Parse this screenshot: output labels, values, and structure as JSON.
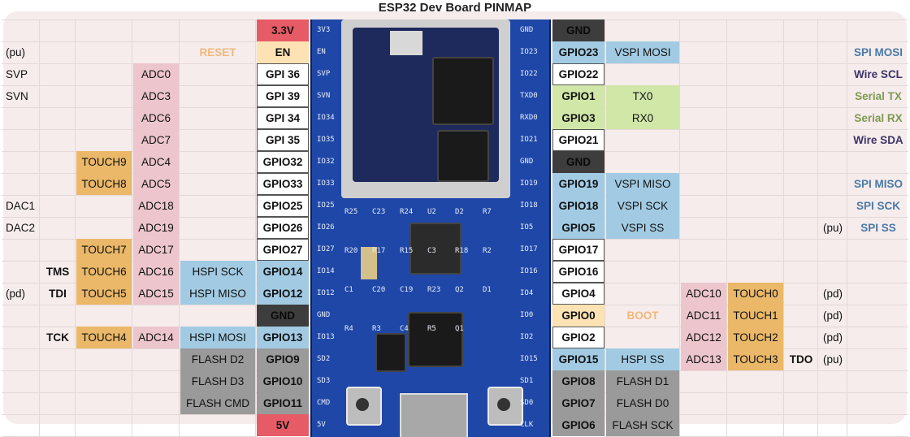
{
  "title": "ESP32 Dev Board PINMAP",
  "colors": {
    "power": "#e65b66",
    "en": "#fde2b4",
    "gnd": "#3d3d3d",
    "spi": "#a2cbe3",
    "adc": "#ecc6cc",
    "touch": "#eab868",
    "serial": "#d1e7a8",
    "flash": "#9a9a9a",
    "plain": "#ffffff"
  },
  "left_rows": [
    {
      "pin": "3.3V",
      "pin_style": "power"
    },
    {
      "pin": "EN",
      "pin_style": "en",
      "note": "(pu)",
      "func": "RESET"
    },
    {
      "pin": "GPI   36",
      "label": "SVP",
      "adc": "ADC0"
    },
    {
      "pin": "GPI   39",
      "label": "SVN",
      "adc": "ADC3"
    },
    {
      "pin": "GPI   34",
      "adc": "ADC6"
    },
    {
      "pin": "GPI   35",
      "adc": "ADC7"
    },
    {
      "pin": "GPIO32",
      "touch": "TOUCH9",
      "adc": "ADC4"
    },
    {
      "pin": "GPIO33",
      "touch": "TOUCH8",
      "adc": "ADC5"
    },
    {
      "pin": "GPIO25",
      "label": "DAC1",
      "adc": "ADC18"
    },
    {
      "pin": "GPIO26",
      "label": "DAC2",
      "adc": "ADC19"
    },
    {
      "pin": "GPIO27",
      "touch": "TOUCH7",
      "adc": "ADC17"
    },
    {
      "pin": "GPIO14",
      "pin_style": "spi",
      "jtag": "TMS",
      "touch": "TOUCH6",
      "adc": "ADC16",
      "func": "HSPI SCK",
      "func_style": "spi"
    },
    {
      "pin": "GPIO12",
      "pin_style": "spi",
      "note": "(pd)",
      "jtag": "TDI",
      "touch": "TOUCH5",
      "adc": "ADC15",
      "func": "HSPI MISO",
      "func_style": "spi"
    },
    {
      "pin": "GND",
      "pin_style": "gnd"
    },
    {
      "pin": "GPIO13",
      "pin_style": "spi",
      "jtag": "TCK",
      "touch": "TOUCH4",
      "adc": "ADC14",
      "func": "HSPI MOSI",
      "func_style": "spi"
    },
    {
      "pin": "GPIO9",
      "pin_style": "flash",
      "func": "FLASH D2",
      "func_style": "flash"
    },
    {
      "pin": "GPIO10",
      "pin_style": "flash",
      "func": "FLASH D3",
      "func_style": "flash"
    },
    {
      "pin": "GPIO11",
      "pin_style": "flash",
      "func": "FLASH CMD",
      "func_style": "flash"
    },
    {
      "pin": "5V",
      "pin_style": "power"
    }
  ],
  "right_rows": [
    {
      "pin": "GND",
      "pin_style": "gnd"
    },
    {
      "pin": "GPIO23",
      "pin_style": "spi",
      "func": "VSPI MOSI",
      "func_style": "spi",
      "ext": "SPI MOSI",
      "ext_style": "spi"
    },
    {
      "pin": "GPIO22",
      "ext": "Wire SCL",
      "ext_style": "wire"
    },
    {
      "pin": "GPIO1",
      "pin_style": "serial",
      "func": "TX0",
      "func_style": "serial",
      "ext": "Serial TX",
      "ext_style": "serial"
    },
    {
      "pin": "GPIO3",
      "pin_style": "serial",
      "func": "RX0",
      "func_style": "serial",
      "ext": "Serial RX",
      "ext_style": "serial"
    },
    {
      "pin": "GPIO21",
      "ext": "Wire SDA",
      "ext_style": "wire"
    },
    {
      "pin": "GND",
      "pin_style": "gnd"
    },
    {
      "pin": "GPIO19",
      "pin_style": "spi",
      "func": "VSPI MISO",
      "func_style": "spi",
      "ext": "SPI MISO",
      "ext_style": "spi"
    },
    {
      "pin": "GPIO18",
      "pin_style": "spi",
      "func": "VSPI SCK",
      "func_style": "spi",
      "ext": "SPI SCK",
      "ext_style": "spi"
    },
    {
      "pin": "GPIO5",
      "pin_style": "spi",
      "func": "VSPI SS",
      "func_style": "spi",
      "note": "(pu)",
      "ext": "SPI SS",
      "ext_style": "spi"
    },
    {
      "pin": "GPIO17"
    },
    {
      "pin": "GPIO16"
    },
    {
      "pin": "GPIO4",
      "adc": "ADC10",
      "touch": "TOUCH0",
      "note": "(pd)"
    },
    {
      "pin": "GPIO0",
      "pin_style": "en",
      "func": "BOOT",
      "func_style": "boot",
      "adc": "ADC11",
      "touch": "TOUCH1",
      "note": "(pd)"
    },
    {
      "pin": "GPIO2",
      "adc": "ADC12",
      "touch": "TOUCH2",
      "note": "(pd)"
    },
    {
      "pin": "GPIO15",
      "pin_style": "spi",
      "func": "HSPI SS",
      "func_style": "spi",
      "adc": "ADC13",
      "touch": "TOUCH3",
      "jtag": "TDO",
      "note": "(pu)"
    },
    {
      "pin": "GPIO8",
      "pin_style": "flash",
      "func": "FLASH D1",
      "func_style": "flash"
    },
    {
      "pin": "GPIO7",
      "pin_style": "flash",
      "func": "FLASH D0",
      "func_style": "flash"
    },
    {
      "pin": "GPIO6",
      "pin_style": "flash",
      "func": "FLASH SCK",
      "func_style": "flash"
    }
  ],
  "board": {
    "silk_left": [
      "3V3",
      "EN",
      "SVP",
      "SVN",
      "IO34",
      "IO35",
      "IO32",
      "IO33",
      "IO25",
      "IO26",
      "IO27",
      "IO14",
      "IO12",
      "GND",
      "IO13",
      "SD2",
      "SD3",
      "CMD",
      "5V"
    ],
    "silk_right": [
      "GND",
      "IO23",
      "IO22",
      "TXD0",
      "RXD0",
      "IO21",
      "GND",
      "IO19",
      "IO18",
      "IO5",
      "IO17",
      "IO16",
      "IO4",
      "IO0",
      "IO2",
      "IO15",
      "SD1",
      "SD0",
      "CLK"
    ],
    "parts": [
      "R25",
      "C23",
      "R24",
      "U2",
      "D2",
      "R7",
      "R20",
      "R17",
      "R15",
      "C3",
      "R18",
      "R2",
      "C1",
      "C20",
      "C19",
      "R23",
      "Q2",
      "D1",
      "R4",
      "R3",
      "C4",
      "R5",
      "Q1"
    ]
  }
}
